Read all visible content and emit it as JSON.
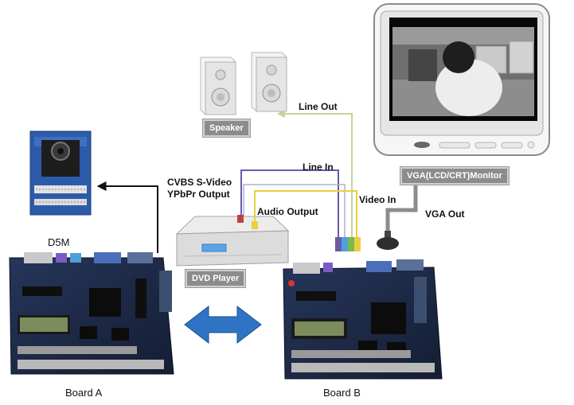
{
  "labels": {
    "speaker": "Speaker",
    "line_out": "Line Out",
    "monitor": "VGA(LCD/CRT)Monitor",
    "d5m": "D5M",
    "cvbs_line1": "CVBS S-Video",
    "cvbs_line2": "YPbPr Output",
    "line_in": "Line In",
    "video_in": "Video In",
    "audio_output": "Audio Output",
    "vga_out": "VGA Out",
    "dvd_player": "DVD Player",
    "board_a": "Board A",
    "board_b": "Board B"
  },
  "colors": {
    "board": "#1c2a4a",
    "lcd": "#7c8c5c",
    "arrow": "#2f74c4",
    "cable_purple": "#6a5aa8",
    "cable_yellow": "#e8d040",
    "cable_green": "#7cb84c",
    "cable_gray": "#bcbcbc",
    "tag_bg": "#8c8c8c"
  }
}
